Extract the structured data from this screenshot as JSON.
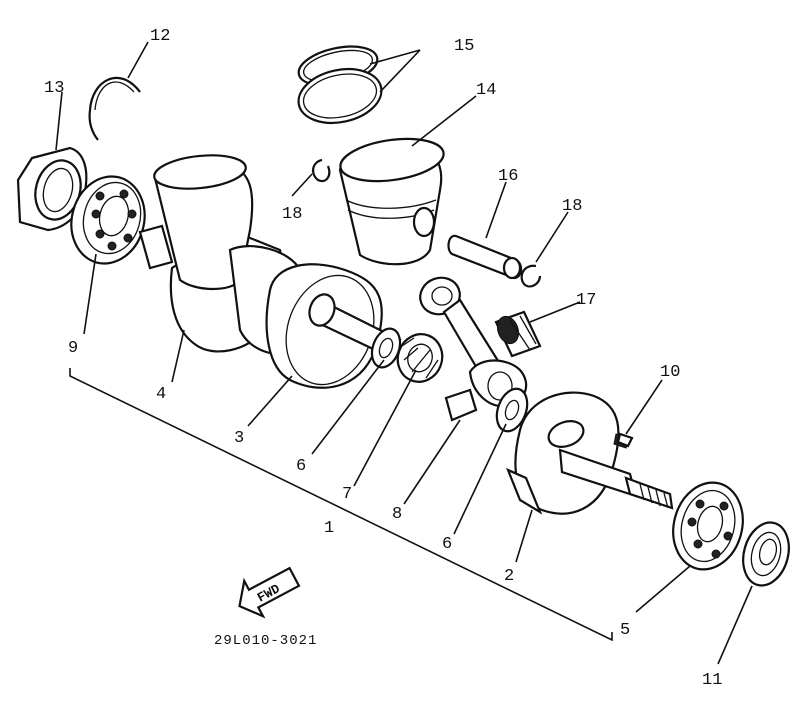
{
  "diagram": {
    "callouts": [
      {
        "id": "1",
        "text": "1"
      },
      {
        "id": "2",
        "text": "2"
      },
      {
        "id": "3",
        "text": "3"
      },
      {
        "id": "4",
        "text": "4"
      },
      {
        "id": "5",
        "text": "5"
      },
      {
        "id": "6a",
        "text": "6"
      },
      {
        "id": "6b",
        "text": "6"
      },
      {
        "id": "7",
        "text": "7"
      },
      {
        "id": "8",
        "text": "8"
      },
      {
        "id": "9",
        "text": "9"
      },
      {
        "id": "10",
        "text": "10"
      },
      {
        "id": "11",
        "text": "11"
      },
      {
        "id": "12",
        "text": "12"
      },
      {
        "id": "13",
        "text": "13"
      },
      {
        "id": "14",
        "text": "14"
      },
      {
        "id": "15",
        "text": "15"
      },
      {
        "id": "16",
        "text": "16"
      },
      {
        "id": "17",
        "text": "17"
      },
      {
        "id": "18a",
        "text": "18"
      },
      {
        "id": "18b",
        "text": "18"
      }
    ],
    "fwd_label": "FWD",
    "figure_code": "29L010-3021"
  }
}
